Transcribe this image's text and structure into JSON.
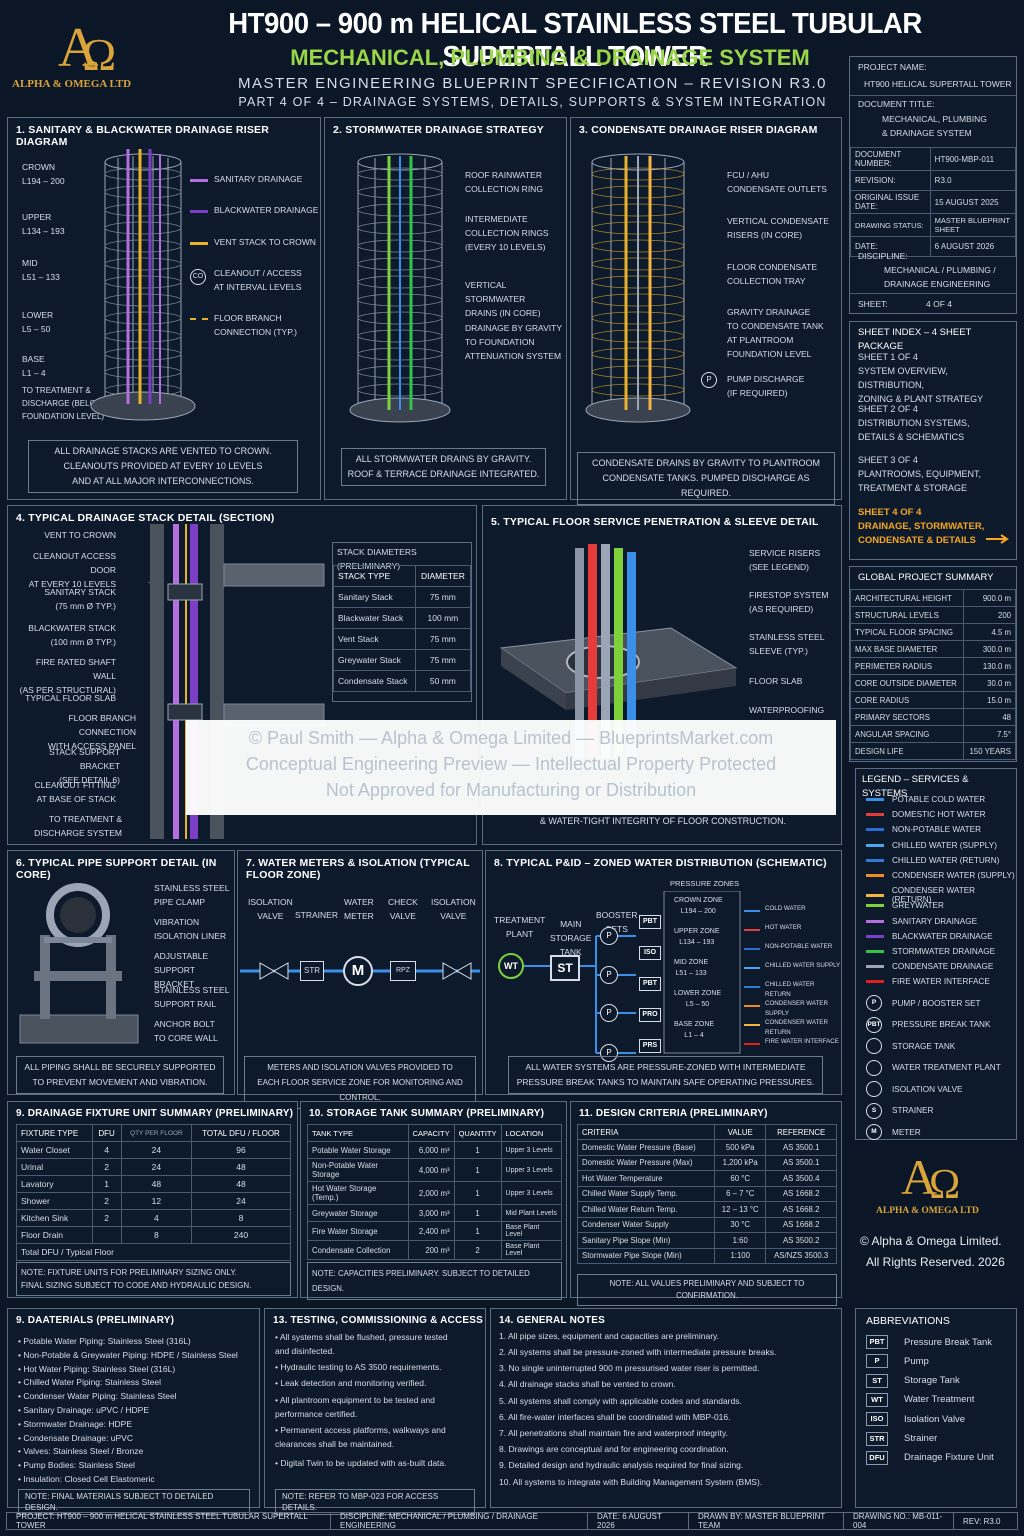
{
  "header": {
    "title": "HT900 – 900 m HELICAL STAINLESS STEEL TUBULAR SUPERTALL TOWER",
    "subtitle": "MECHANICAL, PLUMBING & DRAINAGE SYSTEM",
    "spec": "MASTER ENGINEERING BLUEPRINT SPECIFICATION – REVISION R3.0",
    "part": "PART 4 OF 4 – DRAINAGE SYSTEMS, DETAILS, SUPPORTS & SYSTEM INTEGRATION",
    "logo_text": "ALPHA & OMEGA LTD"
  },
  "title_block": {
    "project_name_label": "PROJECT NAME:",
    "project_name": "HT900 HELICAL SUPERTALL TOWER",
    "doc_title_label": "DOCUMENT TITLE:",
    "doc_title": "MECHANICAL, PLUMBING\n& DRAINAGE SYSTEM",
    "rows": [
      {
        "k": "DOCUMENT NUMBER:",
        "v": "HT900-MBP-011"
      },
      {
        "k": "REVISION:",
        "v": "R3.0"
      },
      {
        "k": "ORIGINAL ISSUE DATE:",
        "v": "15 AUGUST 2025"
      },
      {
        "k": "DRAWING STATUS:",
        "v": "MASTER BLUEPRINT SHEET"
      },
      {
        "k": "DATE:",
        "v": "6 AUGUST 2026"
      }
    ],
    "discipline_label": "DISCIPLINE:",
    "discipline": "MECHANICAL / PLUMBING /\nDRAINAGE ENGINEERING",
    "sheet_label": "SHEET:",
    "sheet": "4 OF 4"
  },
  "sheet_index": {
    "title": "SHEET INDEX – 4 SHEET PACKAGE",
    "sheets": [
      "SHEET 1 OF 4\nSYSTEM OVERVIEW, DISTRIBUTION,\nZONING & PLANT STRATEGY",
      "SHEET 2 OF 4\nDISTRIBUTION SYSTEMS,\nDETAILS & SCHEMATICS",
      "SHEET 3 OF 4\nPLANTROOMS, EQUIPMENT,\nTREATMENT & STORAGE",
      "SHEET 4 OF 4\nDRAINAGE, STORMWATER,\nCONDENSATE & DETAILS"
    ]
  },
  "global_summary": {
    "title": "GLOBAL PROJECT SUMMARY",
    "rows": [
      {
        "k": "ARCHITECTURAL HEIGHT",
        "v": "900.0 m"
      },
      {
        "k": "STRUCTURAL LEVELS",
        "v": "200"
      },
      {
        "k": "TYPICAL FLOOR SPACING",
        "v": "4.5 m"
      },
      {
        "k": "MAX BASE DIAMETER",
        "v": "300.0 m"
      },
      {
        "k": "PERIMETER RADIUS",
        "v": "130.0 m"
      },
      {
        "k": "CORE OUTSIDE DIAMETER",
        "v": "30.0 m"
      },
      {
        "k": "CORE RADIUS",
        "v": "15.0 m"
      },
      {
        "k": "PRIMARY SECTORS",
        "v": "48"
      },
      {
        "k": "ANGULAR SPACING",
        "v": "7.5°"
      },
      {
        "k": "DESIGN LIFE",
        "v": "150 YEARS"
      }
    ]
  },
  "legend": {
    "title": "LEGEND – SERVICES & SYSTEMS",
    "lines": [
      {
        "label": "POTABLE COLD WATER",
        "color": "#3a8fe8"
      },
      {
        "label": "DOMESTIC HOT WATER",
        "color": "#e53b3b"
      },
      {
        "label": "NON-POTABLE WATER",
        "color": "#2a6dd6"
      },
      {
        "label": "CHILLED WATER (SUPPLY)",
        "color": "#4aa8f0"
      },
      {
        "label": "CHILLED WATER (RETURN)",
        "color": "#2f7ad8"
      },
      {
        "label": "CONDENSER WATER (SUPPLY)",
        "color": "#f08a24"
      },
      {
        "label": "CONDENSER WATER (RETURN)",
        "color": "#f5b342"
      },
      {
        "label": "GREYWATER",
        "color": "#7fd13b"
      },
      {
        "label": "SANITARY DRAINAGE",
        "color": "#b46ee0"
      },
      {
        "label": "BLACKWATER DRAINAGE",
        "color": "#7a3fc4"
      },
      {
        "label": "STORMWATER DRAINAGE",
        "color": "#35c24a"
      },
      {
        "label": "CONDENSATE DRAINAGE",
        "color": "#9aa6b5"
      },
      {
        "label": "FIRE WATER INTERFACE",
        "color": "#e02020"
      }
    ],
    "symbols": [
      {
        "code": "P",
        "label": "PUMP / BOOSTER SET"
      },
      {
        "code": "PBT",
        "label": "PRESSURE BREAK TANK"
      },
      {
        "code": "",
        "label": "STORAGE TANK"
      },
      {
        "code": "",
        "label": "WATER TREATMENT PLANT"
      },
      {
        "code": "",
        "label": "ISOLATION VALVE"
      },
      {
        "code": "S",
        "label": "STRAINER"
      },
      {
        "code": "M",
        "label": "METER"
      }
    ]
  },
  "copyright": {
    "logo_text": "ALPHA & OMEGA LTD",
    "line1": "© Alpha & Omega Limited.",
    "line2": "All Rights Reserved. 2026"
  },
  "panel1": {
    "title": "1.  SANITARY & BLACKWATER DRAINAGE RISER DIAGRAM",
    "zones": [
      "CROWN\nL194 – 200",
      "UPPER\nL134 – 193",
      "MID\nL51 – 133",
      "LOWER\nL5 – 50",
      "BASE\nL1 – 4",
      "TO TREATMENT &\nDISCHARGE (BELOW\nFOUNDATION LEVEL)"
    ],
    "legend": [
      "SANITARY DRAINAGE",
      "BLACKWATER DRAINAGE",
      "VENT STACK TO CROWN",
      "CLEANOUT / ACCESS\nAT INTERVAL LEVELS",
      "FLOOR BRANCH\nCONNECTION (TYP.)"
    ],
    "co": "CO",
    "note": "ALL DRAINAGE STACKS ARE VENTED TO CROWN.\nCLEANOUTS PROVIDED AT EVERY 10 LEVELS\nAND AT ALL MAJOR INTERCONNECTIONS."
  },
  "panel2": {
    "title": "2.  STORMWATER DRAINAGE STRATEGY",
    "labels": [
      "ROOF RAINWATER\nCOLLECTION RING",
      "INTERMEDIATE\nCOLLECTION RINGS\n(EVERY 10 LEVELS)",
      "VERTICAL STORMWATER\nDRAINS (IN CORE)",
      "DRAINAGE BY GRAVITY\nTO FOUNDATION\nATTENUATION SYSTEM"
    ],
    "note": "ALL STORMWATER DRAINS BY GRAVITY.\nROOF & TERRACE DRAINAGE INTEGRATED."
  },
  "panel3": {
    "title": "3.  CONDENSATE DRAINAGE RISER DIAGRAM",
    "labels": [
      "FCU / AHU\nCONDENSATE OUTLETS",
      "VERTICAL CONDENSATE\nRISERS (IN CORE)",
      "FLOOR CONDENSATE\nCOLLECTION TRAY",
      "GRAVITY DRAINAGE\nTO CONDENSATE TANK\nAT PLANTROOM\nFOUNDATION LEVEL",
      "PUMP DISCHARGE\n(IF REQUIRED)"
    ],
    "p": "P",
    "note": "CONDENSATE DRAINS BY GRAVITY TO PLANTROOM\nCONDENSATE TANKS. PUMPED DISCHARGE AS REQUIRED."
  },
  "panel4": {
    "title": "4.  TYPICAL DRAINAGE STACK DETAIL (SECTION)",
    "labels": [
      "VENT TO CROWN",
      "CLEANOUT ACCESS DOOR\nAT EVERY 10 LEVELS",
      "SANITARY STACK\n(75 mm Ø TYP.)",
      "BLACKWATER STACK\n(100 mm Ø TYP.)",
      "FIRE RATED SHAFT WALL\n(AS PER STRUCTURAL)",
      "TYPICAL FLOOR SLAB",
      "FLOOR BRANCH CONNECTION\nWITH ACCESS PANEL",
      "STACK SUPPORT BRACKET\n(SEE DETAIL 6)",
      "CLEANOUT FITTING\nAT BASE OF STACK",
      "TO TREATMENT &\nDISCHARGE SYSTEM"
    ],
    "table_title": "STACK DIAMETERS (PRELIMINARY)",
    "table_head": [
      "STACK TYPE",
      "DIAMETER"
    ],
    "table_rows": [
      [
        "Sanitary Stack",
        "75 mm"
      ],
      [
        "Blackwater Stack",
        "100 mm"
      ],
      [
        "Vent Stack",
        "75 mm"
      ],
      [
        "Greywater Stack",
        "75 mm"
      ],
      [
        "Condensate Stack",
        "50 mm"
      ]
    ]
  },
  "panel5": {
    "title": "5.  TYPICAL FLOOR SERVICE PENETRATION & SLEEVE DETAIL",
    "labels": [
      "SERVICE RISERS\n(SEE LEGEND)",
      "FIRESTOP SYSTEM\n(AS REQUIRED)",
      "STAINLESS STEEL\nSLEEVE (TYP.)",
      "FLOOR SLAB",
      "WATERPROOFING"
    ],
    "note": "& WATER-TIGHT INTEGRITY OF FLOOR CONSTRUCTION."
  },
  "watermark": {
    "line1": "© Paul Smith — Alpha & Omega Limited — BlueprintsMarket.com",
    "line2": "Conceptual Engineering Preview — Intellectual Property Protected",
    "line3": "Not Approved for Manufacturing or Distribution"
  },
  "panel6": {
    "title": "6.  TYPICAL PIPE SUPPORT DETAIL (IN CORE)",
    "labels": [
      "STAINLESS STEEL\nPIPE CLAMP",
      "VIBRATION\nISOLATION LINER",
      "ADJUSTABLE\nSUPPORT BRACKET",
      "STAINLESS STEEL\nSUPPORT RAIL",
      "ANCHOR BOLT\nTO CORE WALL"
    ],
    "note": "ALL PIPING SHALL BE SECURELY SUPPORTED\nTO PREVENT MOVEMENT AND VIBRATION."
  },
  "panel7": {
    "title": "7.  WATER METERS & ISOLATION (TYPICAL FLOOR ZONE)",
    "labels": [
      "ISOLATION\nVALVE",
      "STRAINER",
      "WATER\nMETER",
      "CHECK\nVALVE",
      "ISOLATION\nVALVE"
    ],
    "syms": [
      "STR",
      "M",
      "RPZ"
    ],
    "note": "METERS AND ISOLATION VALVES PROVIDED TO\nEACH FLOOR SERVICE ZONE FOR MONITORING AND CONTROL."
  },
  "panel8": {
    "title": "8.  TYPICAL P&ID – ZONED WATER DISTRIBUTION (SCHEMATIC)",
    "plant": "TREATMENT\nPLANT",
    "wt": "WT",
    "tank": "MAIN\nSTORAGE\nTANK",
    "st": "ST",
    "booster": "BOOSTER\nSETS",
    "zones_title": "PRESSURE ZONES",
    "zones": [
      {
        "tag": "PBT",
        "label": "CROWN ZONE\nL194 – 200"
      },
      {
        "tag": "ISO",
        "label": "UPPER ZONE\nL134 – 193"
      },
      {
        "tag": "PBT",
        "label": "MID ZONE\nL51 – 133"
      },
      {
        "tag": "PRO",
        "label": "LOWER ZONE\nL5 – 50"
      },
      {
        "tag": "PRS",
        "label": "BASE ZONE\nL1 – 4"
      }
    ],
    "p": "P",
    "lines": [
      {
        "label": "COLD WATER",
        "color": "#3a8fe8"
      },
      {
        "label": "HOT WATER",
        "color": "#e53b3b"
      },
      {
        "label": "NON-POTABLE WATER",
        "color": "#2a6dd6"
      },
      {
        "label": "CHILLED WATER SUPPLY",
        "color": "#4aa8f0"
      },
      {
        "label": "CHILLED WATER RETURN",
        "color": "#2f7ad8"
      },
      {
        "label": "CONDENSER WATER SUPPLY",
        "color": "#f08a24"
      },
      {
        "label": "CONDENSER WATER RETURN",
        "color": "#f5b342"
      },
      {
        "label": "FIRE WATER INTERFACE",
        "color": "#e02020"
      }
    ],
    "note": "ALL WATER SYSTEMS ARE PRESSURE-ZONED WITH INTERMEDIATE\nPRESSURE BREAK TANKS TO MAINTAIN SAFE OPERATING PRESSURES."
  },
  "panel9": {
    "title": "9.  DRAINAGE FIXTURE UNIT SUMMARY (PRELIMINARY)",
    "head": [
      "FIXTURE TYPE",
      "DFU",
      "QTY PER FLOOR",
      "TOTAL DFU / FLOOR"
    ],
    "rows": [
      [
        "Water Closet",
        "4",
        "24",
        "96"
      ],
      [
        "Urinal",
        "2",
        "24",
        "48"
      ],
      [
        "Lavatory",
        "1",
        "48",
        "48"
      ],
      [
        "Shower",
        "2",
        "12",
        "24"
      ],
      [
        "Kitchen Sink",
        "2",
        "4",
        "8"
      ],
      [
        "Floor Drain",
        "",
        "8",
        "240"
      ],
      [
        "Total DFU / Typical Floor",
        "",
        "",
        ""
      ]
    ],
    "note": "NOTE: FIXTURE UNITS FOR PRELIMINARY SIZING ONLY.\nFINAL SIZING SUBJECT TO CODE AND HYDRAULIC DESIGN."
  },
  "panel10": {
    "title": "10.  STORAGE TANK SUMMARY (PRELIMINARY)",
    "head": [
      "TANK TYPE",
      "CAPACITY",
      "QUANTITY",
      "LOCATION"
    ],
    "rows": [
      [
        "Potable Water Storage",
        "6,000 m³",
        "1",
        "Upper 3 Levels"
      ],
      [
        "Non-Potable Water Storage",
        "4,000 m³",
        "1",
        "Upper 3 Levels"
      ],
      [
        "Hot Water Storage (Temp.)",
        "2,000 m³",
        "1",
        "Upper 3 Levels"
      ],
      [
        "Greywater Storage",
        "3,000 m³",
        "1",
        "Mid Plant Levels"
      ],
      [
        "Fire Water Storage",
        "2,400 m³",
        "1",
        "Base Plant Level"
      ],
      [
        "Condensate Collection",
        "200 m³",
        "2",
        "Base Plant Level"
      ]
    ],
    "note": "NOTE: CAPACITIES PRELIMINARY. SUBJECT TO DETAILED DESIGN."
  },
  "panel11": {
    "title": "11.  DESIGN CRITERIA (PRELIMINARY)",
    "head": [
      "CRITERIA",
      "VALUE",
      "REFERENCE"
    ],
    "rows": [
      [
        "Domestic Water Pressure (Base)",
        "500 kPa",
        "AS 3500.1"
      ],
      [
        "Domestic Water Pressure (Max)",
        "1,200 kPa",
        "AS 3500.1"
      ],
      [
        "Hot Water Temperature",
        "60 °C",
        "AS 3500.4"
      ],
      [
        "Chilled Water Supply Temp.",
        "6 – 7 °C",
        "AS 1668.2"
      ],
      [
        "Chilled Water Return Temp.",
        "12 – 13 °C",
        "AS 1668.2"
      ],
      [
        "Condenser Water Supply",
        "30 °C",
        "AS 1668.2"
      ],
      [
        "Sanitary Pipe Slope (Min)",
        "1:60",
        "AS 3500.2"
      ],
      [
        "Stormwater Pipe Slope (Min)",
        "1:100",
        "AS/NZS 3500.3"
      ]
    ],
    "note": "NOTE: ALL VALUES PRELIMINARY AND SUBJECT TO CONFIRMATION."
  },
  "panel12": {
    "title": "9.  DAATERIALS (PRELIMINARY)",
    "items": [
      "•  Potable Water Piping: Stainless Steel (316L)",
      "•  Non-Potable & Greywater Piping: HDPE / Stainless Steel",
      "•  Hot Water Piping: Stainless Steel (316L)",
      "•  Chilled Water Piping: Stainless Steel",
      "•  Condenser Water Piping: Stainless Steel",
      "•  Sanitary Drainage: uPVC / HDPE",
      "•  Stormwater Drainage: HDPE",
      "•  Condensate Drainage: uPVC",
      "•  Valves: Stainless Steel / Bronze",
      "•  Pump Bodies: Stainless Steel",
      "•  Insulation: Closed Cell Elastomeric"
    ],
    "note": "NOTE: FINAL MATERIALS SUBJECT TO DETAILED DESIGN."
  },
  "panel13": {
    "title": "13.  TESTING, COMMISSIONING & ACCESS",
    "items": [
      "•  All systems shall be flushed, pressure tested\n    and disinfected.",
      "•  Hydraulic testing to AS 3500 requirements.",
      "•  Leak detection and monitoring verified.",
      "•  All plantroom equipment to be tested and\n    performance certified.",
      "•  Permanent access platforms, walkways and\n    clearances shall be maintained.",
      "•  Digital Twin to be updated with as-built data."
    ],
    "note": "NOTE: REFER TO MBP-023 FOR ACCESS DETAILS."
  },
  "panel14": {
    "title": "14.  GENERAL NOTES",
    "items": [
      "1. All pipe sizes, equipment and capacities are preliminary.",
      "2. All systems shall be pressure-zoned with intermediate pressure breaks.",
      "3. No single uninterrupted 900 m pressurised water riser is permitted.",
      "4. All drainage stacks shall be vented to crown.",
      "5. All systems shall comply with applicable codes and standards.",
      "6. All fire-water interfaces shall be coordinated with MBP-016.",
      "7. All penetrations shall maintain fire and waterproof integrity.",
      "8. Drawings are conceptual and for engineering coordination.",
      "9. Detailed design and hydraulic analysis required for final sizing.",
      "10. All systems to integrate with Building Management System (BMS)."
    ]
  },
  "abbreviations": {
    "title": "ABBREVIATIONS",
    "rows": [
      {
        "code": "PBT",
        "label": "Pressure Break Tank"
      },
      {
        "code": "P",
        "label": "Pump"
      },
      {
        "code": "ST",
        "label": "Storage Tank"
      },
      {
        "code": "WT",
        "label": "Water Treatment"
      },
      {
        "code": "ISO",
        "label": "Isolation Valve"
      },
      {
        "code": "STR",
        "label": "Strainer"
      },
      {
        "code": "DFU",
        "label": "Drainage Fixture Unit"
      }
    ]
  },
  "footer": {
    "project": "PROJECT: HT900 – 900 m HELICAL STAINLESS STEEL TUBULAR SUPERTALL TOWER",
    "discipline": "DISCIPLINE: MECHANICAL / PLUMBING / DRAINAGE ENGINEERING",
    "date": "DATE: 6 AUGUST 2026",
    "drawn": "DRAWN BY: MASTER BLUEPRINT TEAM",
    "drawing": "DRAWING NO.: MB-011-004",
    "rev": "REV: R3.0"
  }
}
